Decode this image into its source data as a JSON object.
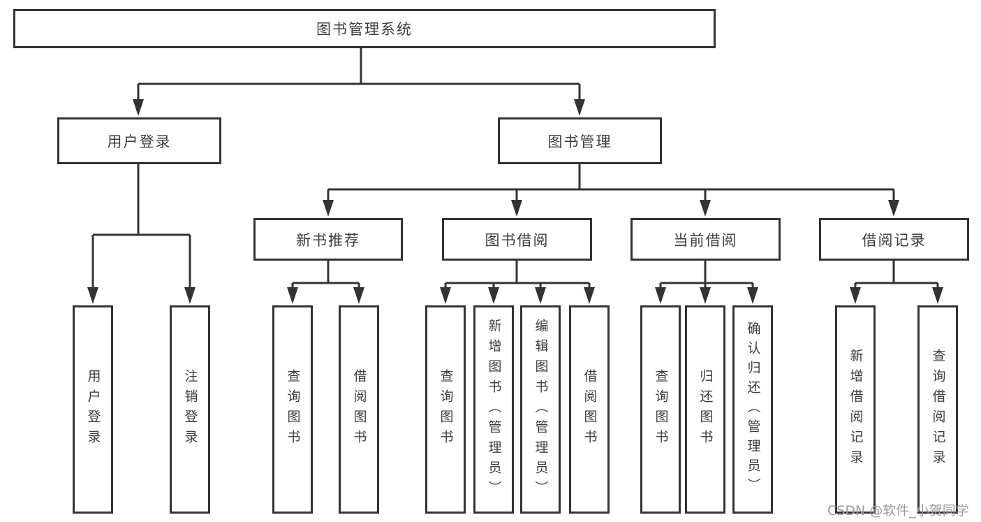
{
  "diagram": {
    "root": {
      "label": "图书管理系统"
    },
    "level2": [
      {
        "label": "用户登录",
        "children": [
          {
            "label": "用户登录"
          },
          {
            "label": "注销登录"
          }
        ]
      },
      {
        "label": "图书管理",
        "children": [
          {
            "label": "新书推荐",
            "children": [
              {
                "label": "查询图书"
              },
              {
                "label": "借阅图书"
              }
            ]
          },
          {
            "label": "图书借阅",
            "children": [
              {
                "label": "查询图书"
              },
              {
                "label": "新增图书（管理员）"
              },
              {
                "label": "编辑图书（管理员）"
              },
              {
                "label": "借阅图书"
              }
            ]
          },
          {
            "label": "当前借阅",
            "children": [
              {
                "label": "查询图书"
              },
              {
                "label": "归还图书"
              },
              {
                "label": "确认归还（管理员）"
              }
            ]
          },
          {
            "label": "借阅记录",
            "children": [
              {
                "label": "新增借阅记录"
              },
              {
                "label": "查询借阅记录"
              }
            ]
          }
        ]
      }
    ]
  },
  "watermark": {
    "text": "CSDN @软件_小贺同学"
  },
  "colors": {
    "line": "#333333",
    "box_border": "#333333",
    "text": "#3d3d3d",
    "watermark": "#9b9b9b",
    "background": "#ffffff"
  }
}
